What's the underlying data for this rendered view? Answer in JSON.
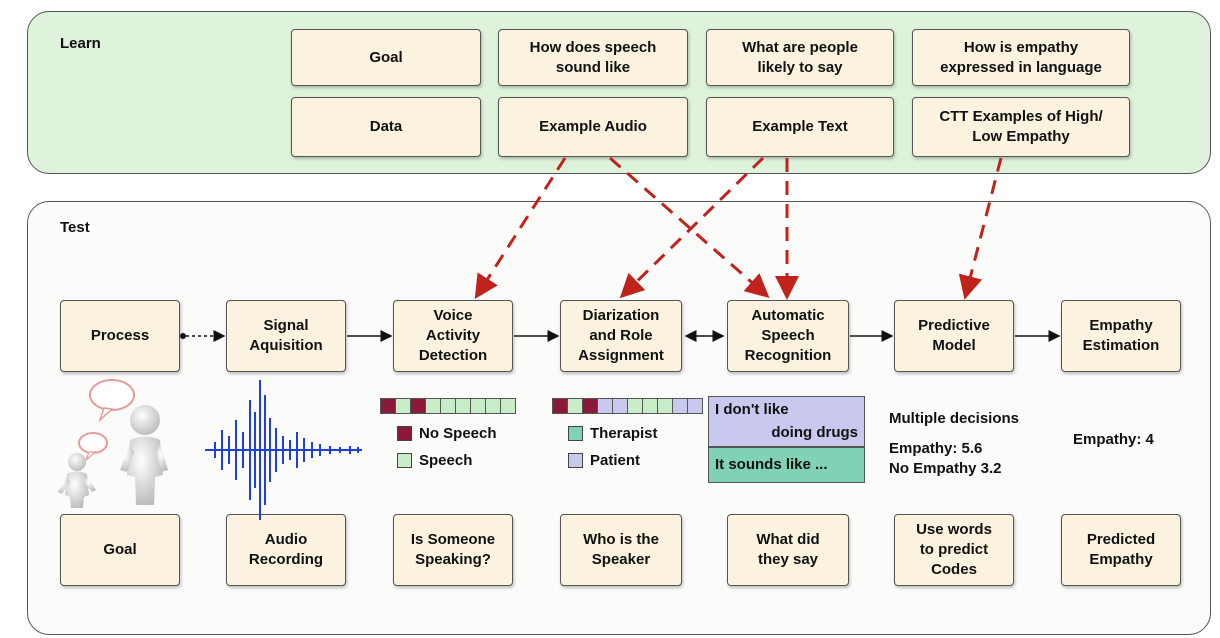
{
  "learn": {
    "title": "Learn",
    "goal": "Goal",
    "data": "Data",
    "speech_q": "How does speech\nsound like",
    "say_q": "What are people\nlikely to say",
    "empathy_q": "How is empathy\nexpressed in language",
    "example_audio": "Example Audio",
    "example_text": "Example Text",
    "ctt_examples": "CTT Examples of High/\nLow Empathy"
  },
  "test": {
    "title": "Test",
    "process": "Process",
    "signal": "Signal\nAquisition",
    "vad": "Voice\nActivity\nDetection",
    "diarization": "Diarization\nand Role\nAssignment",
    "asr": "Automatic\nSpeech\nRecognition",
    "predictive": "Predictive\nModel",
    "estimation": "Empathy\nEstimation",
    "goal": "Goal",
    "audio_recording": "Audio\nRecording",
    "someone_speaking": "Is Someone\nSpeaking?",
    "who_speaker": "Who is the\nSpeaker",
    "what_say": "What did\nthey say",
    "use_words": "Use words\nto predict\nCodes",
    "predicted": "Predicted\nEmpathy"
  },
  "vad_legend": {
    "no_speech": "No Speech",
    "speech": "Speech"
  },
  "vad_strip": [
    "ns",
    "s",
    "ns",
    "s",
    "s",
    "s",
    "s",
    "s",
    "s"
  ],
  "diar_legend": {
    "therapist": "Therapist",
    "patient": "Patient"
  },
  "diar_strip": [
    "ns",
    "s",
    "ns",
    "p",
    "p",
    "s",
    "s",
    "s",
    "p",
    "p"
  ],
  "asr_example": {
    "line1": "I don't like",
    "line2": "doing drugs",
    "line3": "It sounds like ..."
  },
  "model_output": {
    "heading": "Multiple decisions",
    "empathy": "Empathy: 5.6",
    "no_empathy": "No Empathy 3.2"
  },
  "estimate": "Empathy: 4",
  "colors": {
    "no_speech": "#8b1a3a",
    "speech": "#c9ecc9",
    "therapist": "#7fd3b4",
    "patient": "#c9c8ee",
    "arrow_dashed": "#c0221c",
    "learn_bg": "#dff3dc",
    "box_bg": "#fbf3df",
    "waveform": "#1f3fe0"
  }
}
